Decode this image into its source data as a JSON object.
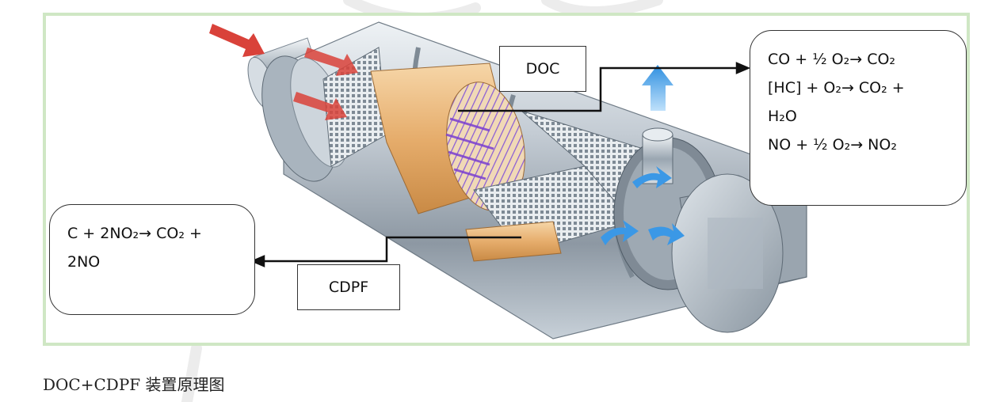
{
  "labels": {
    "doc": "DOC",
    "cdpf": "CDPF"
  },
  "doc_reactions": [
    "CO + ½ O₂→ CO₂",
    "[HC] + O₂→ CO₂ +",
    "H₂O",
    "NO + ½ O₂→ NO₂"
  ],
  "cdpf_reactions": [
    "C + 2NO₂→ CO₂ +",
    "2NO"
  ],
  "caption": "DOC+CDPF 装置原理图",
  "colors": {
    "frame_border": "#cfe7c4",
    "inflow_arrow": "#d9423a",
    "outflow_arrow": "#2e8fe0",
    "doc_substrate": "#e9b77a",
    "shell": "#b9c3cc"
  }
}
